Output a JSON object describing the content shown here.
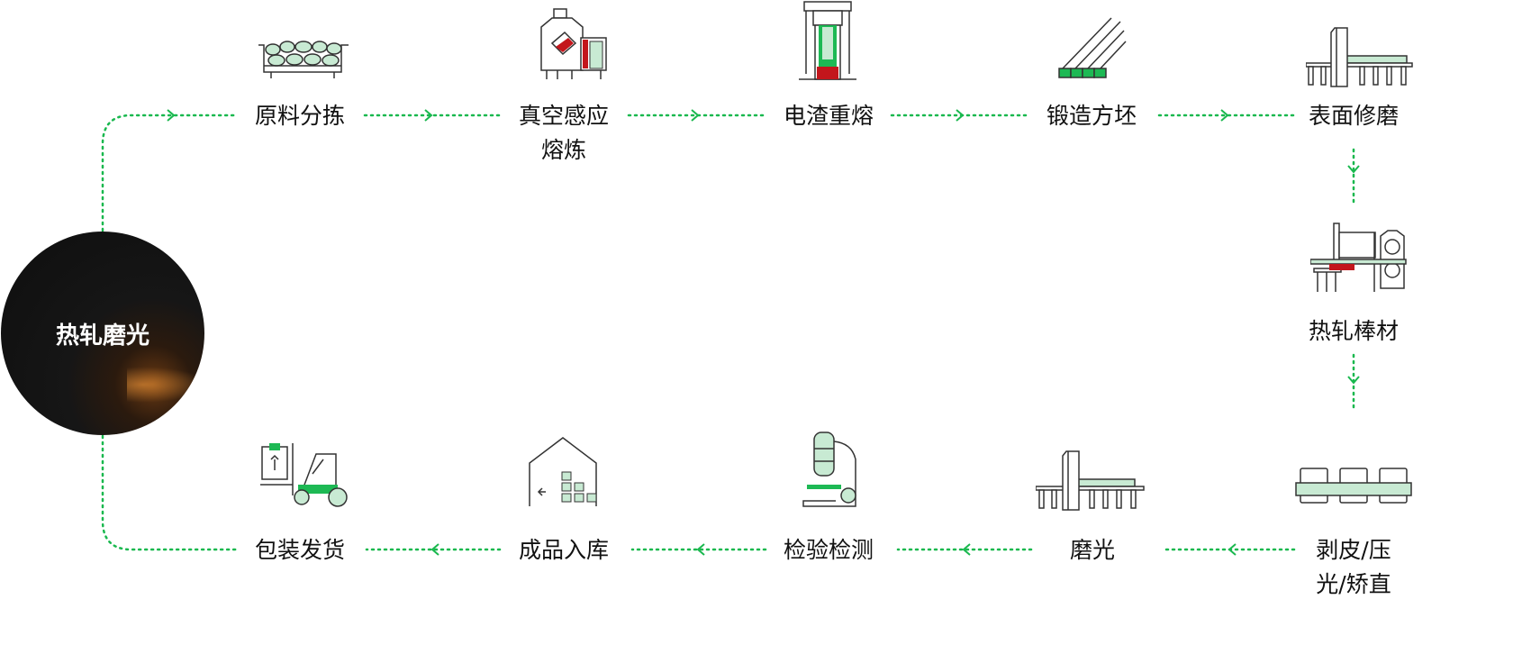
{
  "hub": {
    "title": "热轧磨光"
  },
  "steps": [
    {
      "label": "原料分拣",
      "icon": "ore-cart-icon"
    },
    {
      "label_lines": [
        "真空感应",
        "熔炼"
      ],
      "icon": "induction-furnace-icon"
    },
    {
      "label": "电渣重熔",
      "icon": "electroslag-remelting-icon"
    },
    {
      "label": "锻造方坯",
      "icon": "forged-billet-icon"
    },
    {
      "label": "表面修磨",
      "icon": "surface-grinding-icon"
    },
    {
      "label": "热轧棒材",
      "icon": "hot-rolling-icon"
    },
    {
      "label_lines": [
        "剥皮/压",
        "光/矫直"
      ],
      "icon": "peeling-straightening-icon"
    },
    {
      "label": "磨光",
      "icon": "polishing-icon"
    },
    {
      "label": "检验检测",
      "icon": "microscope-icon"
    },
    {
      "label": "成品入库",
      "icon": "warehouse-icon"
    },
    {
      "label": "包装发货",
      "icon": "forklift-icon"
    }
  ],
  "colors": {
    "flow": "#19b84e",
    "accent_light": "#c8ead3",
    "accent_green": "#1db954",
    "accent_red": "#c3161c",
    "outline": "#333333"
  }
}
